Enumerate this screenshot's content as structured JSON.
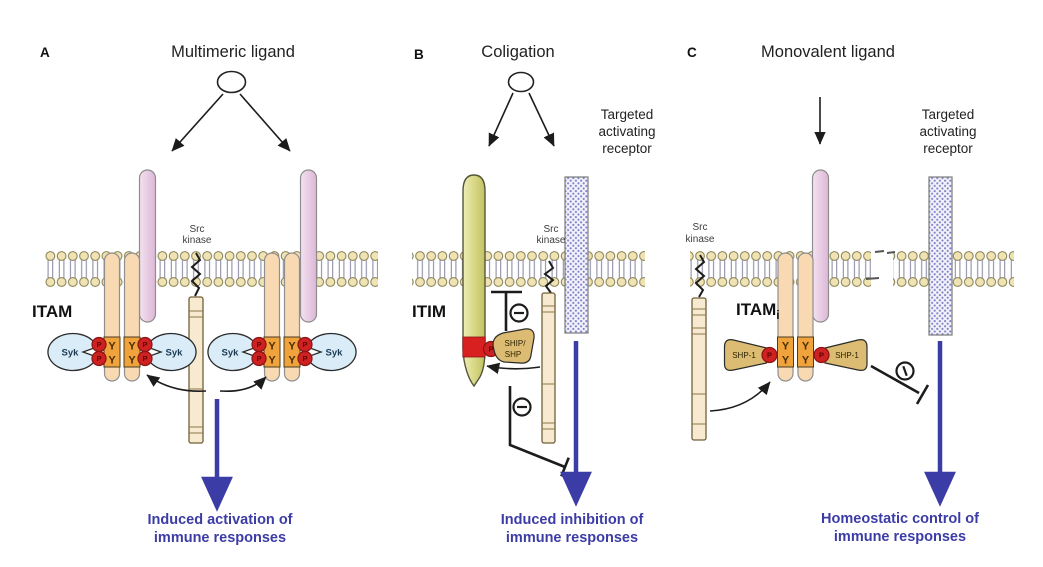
{
  "figure": {
    "colors": {
      "accent_blue": "#3c3ca6",
      "phospho_red": "#ce2121",
      "itam_box_orange": "#f0a23c",
      "syk_blue": "#d9ecf7",
      "membrane_cream": "#efe3b4",
      "receptor_pink": "#e9cbe3",
      "receptor_olive": "#d6d683",
      "phosphatase_tan": "#dcbc72",
      "targeted_receptor_dot": "#7d7dc6"
    },
    "panels": {
      "a": {
        "letter": "A",
        "title": "Multimeric ligand",
        "motif": "ITAM",
        "src_kinase": {
          "line1": "Src",
          "line2": "kinase"
        },
        "syk": "Syk",
        "tyrosine": "Y",
        "phospho": "P",
        "caption": {
          "line1": "Induced activation of",
          "line2": "immune responses"
        }
      },
      "b": {
        "letter": "B",
        "title": "Coligation",
        "motif": "ITIM",
        "targeted_receptor": {
          "line1": "Targeted",
          "line2": "activating",
          "line3": "receptor"
        },
        "src_kinase": {
          "line1": "Src",
          "line2": "kinase"
        },
        "phosphatase": {
          "line1": "SHIP/",
          "line2": "SHP"
        },
        "phospho": "P",
        "caption": {
          "line1": "Induced inhibition of",
          "line2": "immune responses"
        }
      },
      "c": {
        "letter": "C",
        "title": "Monovalent ligand",
        "motif": "ITAM",
        "motif_subscript": "i",
        "targeted_receptor": {
          "line1": "Targeted",
          "line2": "activating",
          "line3": "receptor"
        },
        "src_kinase": {
          "line1": "Src",
          "line2": "kinase"
        },
        "phosphatase": "SHP-1",
        "tyrosine": "Y",
        "phospho": "P",
        "caption": {
          "line1": "Homeostatic control of",
          "line2": "immune responses"
        }
      }
    }
  }
}
